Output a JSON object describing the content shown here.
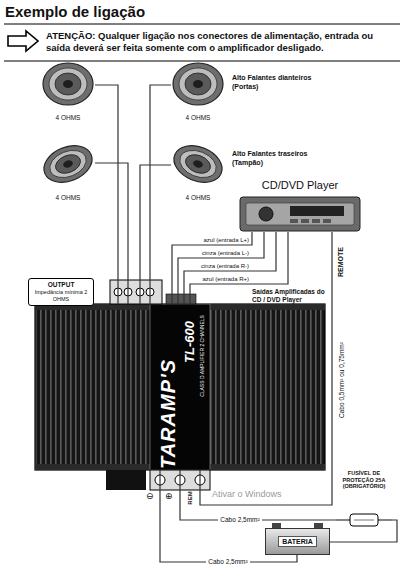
{
  "diagram": {
    "title": "Exemplo de ligação",
    "nodes": [
      {
        "text": [
          "ATENÇÃO: Qualquer ligação nos conectores de alimentação, entrada ou saída deverá ser feita somente com o amplificador desligado."
        ]
      },
      {
        "text": [
          "4 OHMS"
        ]
      },
      {
        "text": [
          "4 OHMS"
        ]
      },
      {
        "text": [
          "4 OHMS"
        ]
      },
      {
        "text": [
          "4 OHMS"
        ]
      },
      {
        "text": [
          "CD/DVD Player"
        ]
      },
      {
        "text": [
          "OUTPUT",
          "Impedância mínima 2 OHMS"
        ]
      },
      {
        "text": [
          "TL-600",
          "CLASS D AMPLIFIER 2 CHANNELS",
          "TARAMP'S"
        ]
      },
      {
        "text": [
          "FUSÍVEL DE PROTEÇÃO 25A (OBRIGATÓRIO)"
        ]
      },
      {
        "text": [
          "BATERIA"
        ]
      }
    ],
    "edges": [
      {
        "from": 1,
        "to": 7,
        "arrow": "none"
      },
      {
        "from": 2,
        "to": 7,
        "arrow": "none"
      },
      {
        "from": 3,
        "to": 7,
        "arrow": "none"
      },
      {
        "from": 4,
        "to": 7,
        "arrow": "none"
      },
      {
        "from": 5,
        "to": 7,
        "label": "azul (entrada L+)",
        "arrow": "none"
      },
      {
        "from": 5,
        "to": 7,
        "label": "cinza (entrada L-)",
        "arrow": "none"
      },
      {
        "from": 5,
        "to": 7,
        "label": "cinza (entrada R-)",
        "arrow": "none"
      },
      {
        "from": 5,
        "to": 7,
        "label": "azul (entrada R+)",
        "arrow": "none"
      },
      {
        "from": 5,
        "to": 7,
        "label": "REMOTE",
        "arrow": "none"
      },
      {
        "from": 7,
        "to": 8,
        "label": "Cabo 2,5mm²",
        "arrow": "none"
      },
      {
        "from": 8,
        "to": 9,
        "arrow": "none"
      },
      {
        "from": 7,
        "to": 9,
        "label": "Cabo 2,5mm²",
        "arrow": "none"
      }
    ],
    "labels": [
      "Alto Falantes dianteiros (Portas)",
      "Alto Falantes traseiros (Tampão)",
      "Saídas Amplificadas do CD / DVD Player",
      "Cabo 0,5mm² ou 0,75mm²",
      "REM",
      "⊕",
      "⊖",
      "Ativar o Windows"
    ]
  }
}
